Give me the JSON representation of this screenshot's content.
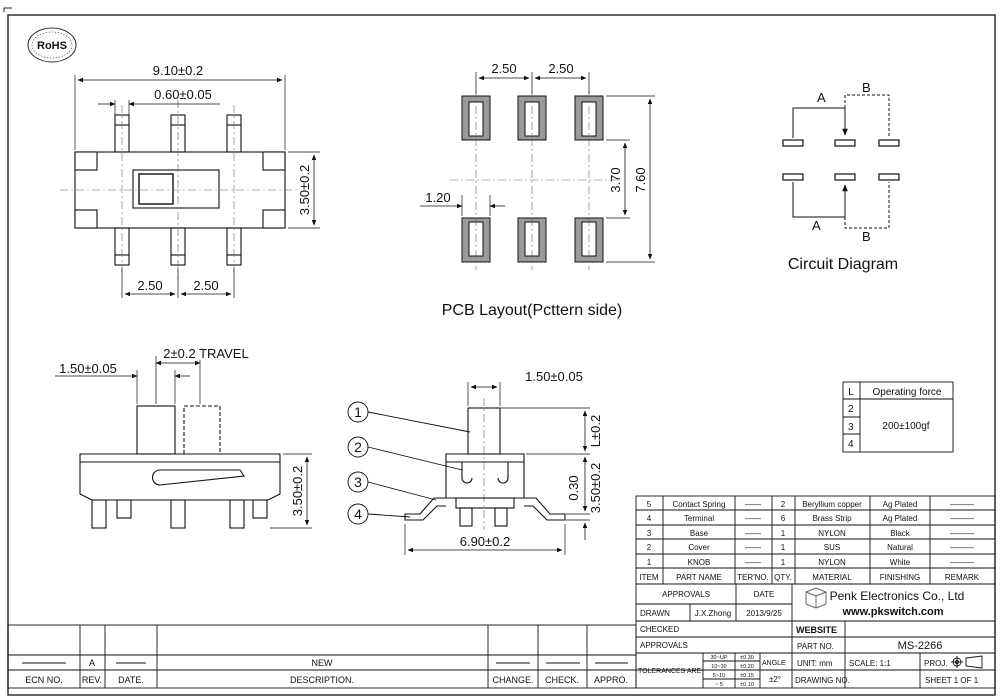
{
  "logo": {
    "text": "RoHS"
  },
  "top_view": {
    "width": "9.10±0.2",
    "pin_width": "0.60±0.05",
    "height": "3.50±0.2",
    "pitch_left": "2.50",
    "pitch_right": "2.50"
  },
  "pcb_layout": {
    "pitch_left": "2.50",
    "pitch_right": "2.50",
    "pad_width": "1.20",
    "inner_gap": "3.70",
    "outer_span": "7.60",
    "caption": "PCB Layout(Pcttern side)"
  },
  "circuit": {
    "label_a_top": "A",
    "label_b_top": "B",
    "label_a_bottom": "A",
    "label_b_bottom": "B",
    "caption": "Circuit Diagram"
  },
  "side_view": {
    "knob_width": "1.50±0.05",
    "travel": "2±0.2 TRAVEL",
    "height": "3.50±0.2"
  },
  "front_view": {
    "knob_width": "1.50±0.05",
    "knob_height": "L±0.2",
    "offset": "0.30",
    "height": "3.50±0.2",
    "width": "6.90±0.2",
    "callouts": [
      "1",
      "2",
      "3",
      "4"
    ]
  },
  "force_table": {
    "header_l": "L",
    "header_force": "Operating force",
    "rows": [
      "2",
      "3",
      "4"
    ],
    "value": "200±100gf"
  },
  "bom": {
    "rows": [
      {
        "item": "5",
        "name": "Contact Spring",
        "ter": "——",
        "qty": "2",
        "material": "Beryllium copper",
        "finishing": "Ag Plated",
        "remark": "———"
      },
      {
        "item": "4",
        "name": "Terminal",
        "ter": "——",
        "qty": "6",
        "material": "Brass Strip",
        "finishing": "Ag Plated",
        "remark": "———"
      },
      {
        "item": "3",
        "name": "Base",
        "ter": "——",
        "qty": "1",
        "material": "NYLON",
        "finishing": "Black",
        "remark": "———"
      },
      {
        "item": "2",
        "name": "Cover",
        "ter": "——",
        "qty": "1",
        "material": "SUS",
        "finishing": "Natural",
        "remark": "———"
      },
      {
        "item": "1",
        "name": "KNOB",
        "ter": "——",
        "qty": "1",
        "material": "NYLON",
        "finishing": "White",
        "remark": "———"
      }
    ],
    "headers": {
      "item": "ITEM",
      "name": "PART NAME",
      "ter": "TER'NO.",
      "qty": "QTY.",
      "material": "MATERIAL",
      "finishing": "FINISHING",
      "remark": "REMARK"
    }
  },
  "title_block": {
    "approvals": "APPROVALS",
    "date": "DATE",
    "drawn": "DRAWN",
    "drawn_by": "J.X.Zhong",
    "drawn_date": "2013/9/25",
    "checked": "CHECKED",
    "approvals2": "APPROVALS",
    "company": "Penk Electronics Co., Ltd",
    "website_url": "www.pkswitch.com",
    "website": "WEBSITE",
    "part_no": "PART NO.",
    "part_value": "MS-2266",
    "tolerances": "TOLERANCES ARE",
    "tol_ranges": [
      "30~UP",
      "10~30",
      "5~10",
      "~ 5"
    ],
    "tol_values": [
      "±0.30",
      "±0.20",
      "±0.15",
      "±0.10"
    ],
    "angle": "ANGLE",
    "angle_value": "±2°",
    "unit": "UNIT: mm",
    "scale": "SCALE:   1:1",
    "proj": "PROJ.",
    "drawing_no": "DRAWING NO.",
    "sheet": "SHEET  1 OF 1"
  },
  "revision_block": {
    "ecn": "ECN NO.",
    "rev": "REV.",
    "date": "DATE.",
    "desc": "DESCRIPTION.",
    "change": "CHANGE.",
    "check": "CHECK.",
    "appro": "APPRO.",
    "rev_value": "A",
    "new_label": "NEW"
  }
}
